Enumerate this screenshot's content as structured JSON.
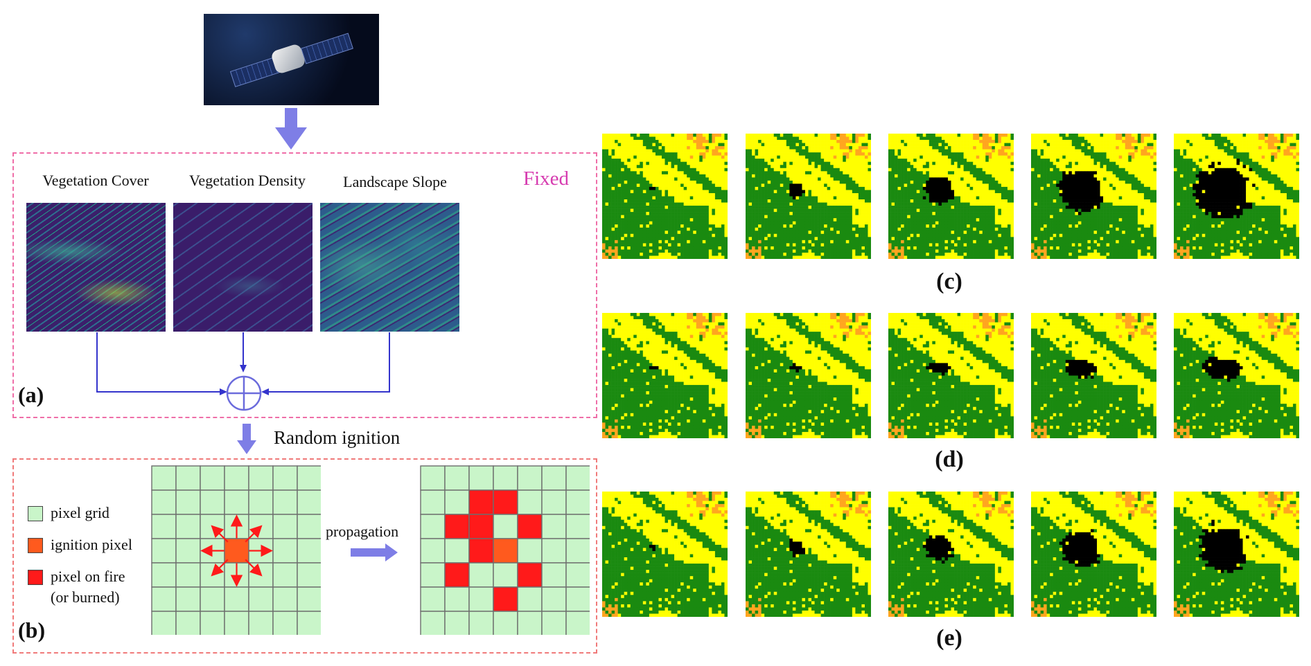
{
  "panel_a": {
    "label": "(a)",
    "fixed": "Fixed",
    "columns": [
      "Vegetation Cover",
      "Vegetation Density",
      "Landscape Slope"
    ]
  },
  "step_label": "Random ignition",
  "panel_b": {
    "label": "(b)",
    "legend": [
      {
        "text": "pixel grid",
        "color": "#c9f5c9"
      },
      {
        "text": "ignition pixel",
        "color": "#ff5a1e"
      },
      {
        "text": "pixel on fire",
        "color": "#ff1a1a"
      }
    ],
    "legend_extra": "(or burned)",
    "propagation": "propagation",
    "grid_size": 7,
    "ignition_cell": [
      3,
      3
    ],
    "burned_cells": [
      [
        1,
        2
      ],
      [
        1,
        3
      ],
      [
        2,
        1
      ],
      [
        2,
        2
      ],
      [
        2,
        4
      ],
      [
        3,
        2
      ],
      [
        4,
        1
      ],
      [
        4,
        4
      ],
      [
        5,
        3
      ]
    ]
  },
  "rows": [
    {
      "label": "(c)",
      "burn_radii": [
        0.5,
        1.8,
        3.3,
        5.0,
        6.3
      ],
      "pattern": "round"
    },
    {
      "label": "(d)",
      "burn_radii": [
        0.5,
        1.3,
        2.3,
        3.2,
        4.0
      ],
      "pattern": "spread"
    },
    {
      "label": "(e)",
      "burn_radii": [
        0.5,
        1.8,
        3.0,
        4.3,
        5.3
      ],
      "pattern": "round"
    }
  ],
  "colors": {
    "yellow": "#ffff00",
    "orange": "#ffa51f",
    "green": "#1a8a10",
    "burned": "#000000",
    "operator": "#4a4adb",
    "flow_arrow": "#7e7ee6",
    "spread_arrow": "#ff1a1a"
  }
}
